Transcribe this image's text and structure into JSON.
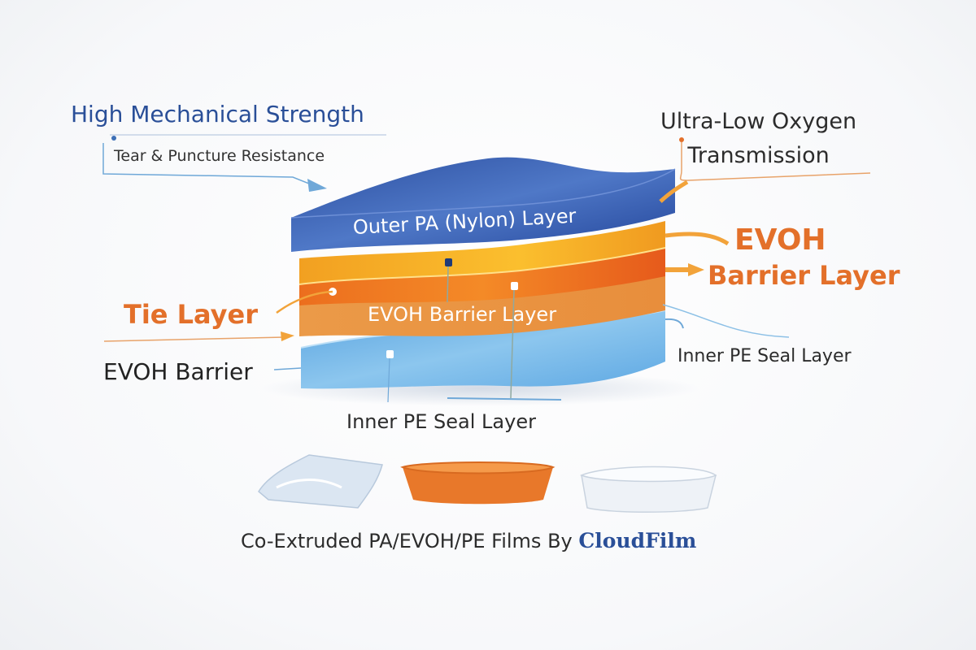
{
  "title": "Co-Extruded PA/EVOH/PE Films",
  "callouts": {
    "mechanical": {
      "title": "High Mechanical Strength",
      "subtitle": "Tear & Puncture Resistance"
    },
    "oxygen": {
      "line1": "Ultra-Low Oxygen",
      "line2": "Transmission"
    },
    "evoh_right": {
      "line1": "EVOH",
      "line2": "Barrier Layer"
    },
    "tie": "Tie Layer",
    "evoh_left": "EVOH Barrier",
    "inner_right": "Inner PE Seal Layer",
    "inner_bottom": "Inner PE Seal Layer"
  },
  "layers": [
    {
      "name": "Outer PA (Nylon) Layer",
      "color": "#2f55a8"
    },
    {
      "name": "Tie Layer",
      "color": "#f4a51f"
    },
    {
      "name": "EVOH Barrier Layer",
      "color": "#ee7a22"
    },
    {
      "name": "EVOH Barrier Layer",
      "color": "#e99a47"
    },
    {
      "name": "Inner PE Seal Layer",
      "color": "#6cb2e6"
    }
  ],
  "products": [
    "transparent-pouch",
    "orange-tray",
    "white-tray"
  ],
  "caption": {
    "text": "Co-Extruded PA/EVOH/PE Films By ",
    "brand": "CloudFilm"
  },
  "colors": {
    "brand_blue": "#2a4f98",
    "accent_orange": "#e3702a",
    "pe_blue": "#6cb2e6"
  }
}
